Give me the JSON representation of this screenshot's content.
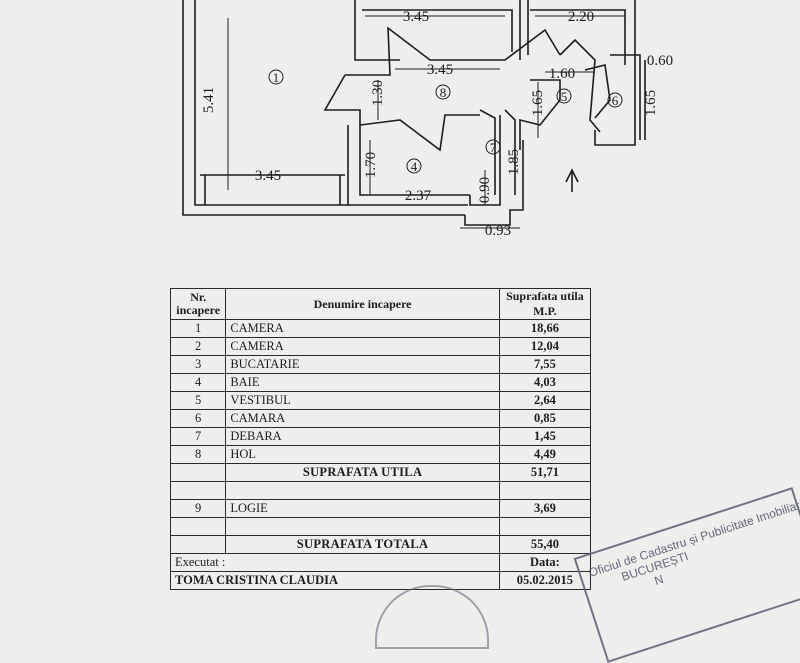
{
  "plan": {
    "dims": {
      "d1": "3.45",
      "d2": "2.20",
      "d3": "3.45",
      "d4": "1.60",
      "d5": "0.60",
      "d6": "5.41",
      "d7": "1.30",
      "d8": "1.65",
      "d9": "1.65",
      "d10": "1.70",
      "d11": "1.85",
      "d12": "0.90",
      "d13": "3.45",
      "d14": "2.37",
      "d15": "0.93"
    },
    "rooms": {
      "r1": "1",
      "r4": "4",
      "r5": "5",
      "r6": "6",
      "r7": "7",
      "r8": "8"
    }
  },
  "table": {
    "headers": {
      "nr": "Nr. incapere",
      "name": "Denumire incapere",
      "area": "Suprafata utila M.P."
    },
    "rows": [
      {
        "nr": "1",
        "name": "CAMERA",
        "area": "18,66"
      },
      {
        "nr": "2",
        "name": "CAMERA",
        "area": "12,04"
      },
      {
        "nr": "3",
        "name": "BUCATARIE",
        "area": "7,55"
      },
      {
        "nr": "4",
        "name": "BAIE",
        "area": "4,03"
      },
      {
        "nr": "5",
        "name": "VESTIBUL",
        "area": "2,64"
      },
      {
        "nr": "6",
        "name": "CAMARA",
        "area": "0,85"
      },
      {
        "nr": "7",
        "name": "DEBARA",
        "area": "1,45"
      },
      {
        "nr": "8",
        "name": "HOL",
        "area": "4,49"
      }
    ],
    "subtotal_label": "SUPRAFATA UTILA",
    "subtotal_value": "51,71",
    "logie": {
      "nr": "9",
      "name": "LOGIE",
      "area": "3,69"
    },
    "total_label": "SUPRAFATA TOTALA",
    "total_value": "55,40",
    "executed_label": "Executat :",
    "date_label": "Data:",
    "executor": "TOMA CRISTINA CLAUDIA",
    "date": "05.02.2015"
  },
  "stamp": {
    "line1": "Oficiul de Cadastru și Publicitate Imobiliară",
    "line2": "BUCUREȘTI",
    "line3": "N"
  }
}
